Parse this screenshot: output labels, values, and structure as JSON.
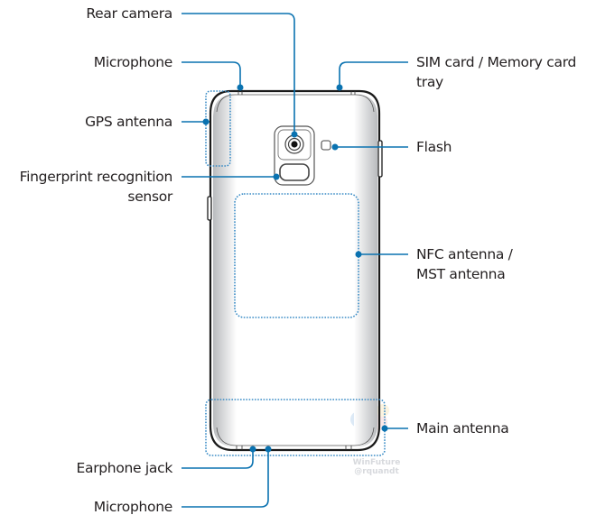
{
  "diagram": {
    "title": "Device layout - rear view",
    "colors": {
      "callout": "#0a72b0",
      "outline": "#1a1a1a",
      "text": "#231f20",
      "antenna_dots": "#3a8cc6"
    },
    "labels": {
      "rear_camera": "Rear camera",
      "microphone_top": "Microphone",
      "gps_antenna": "GPS antenna",
      "fingerprint_line1": "Fingerprint recognition",
      "fingerprint_line2": "sensor",
      "sim_line1": "SIM card / Memory card",
      "sim_line2": "tray",
      "flash": "Flash",
      "nfc_line1": "NFC antenna /",
      "nfc_line2": "MST antenna",
      "main_antenna": "Main antenna",
      "earphone_jack": "Earphone jack",
      "microphone_bottom": "Microphone"
    },
    "watermark": {
      "line1": "WinFuture",
      "line2": "@rquandt"
    }
  }
}
